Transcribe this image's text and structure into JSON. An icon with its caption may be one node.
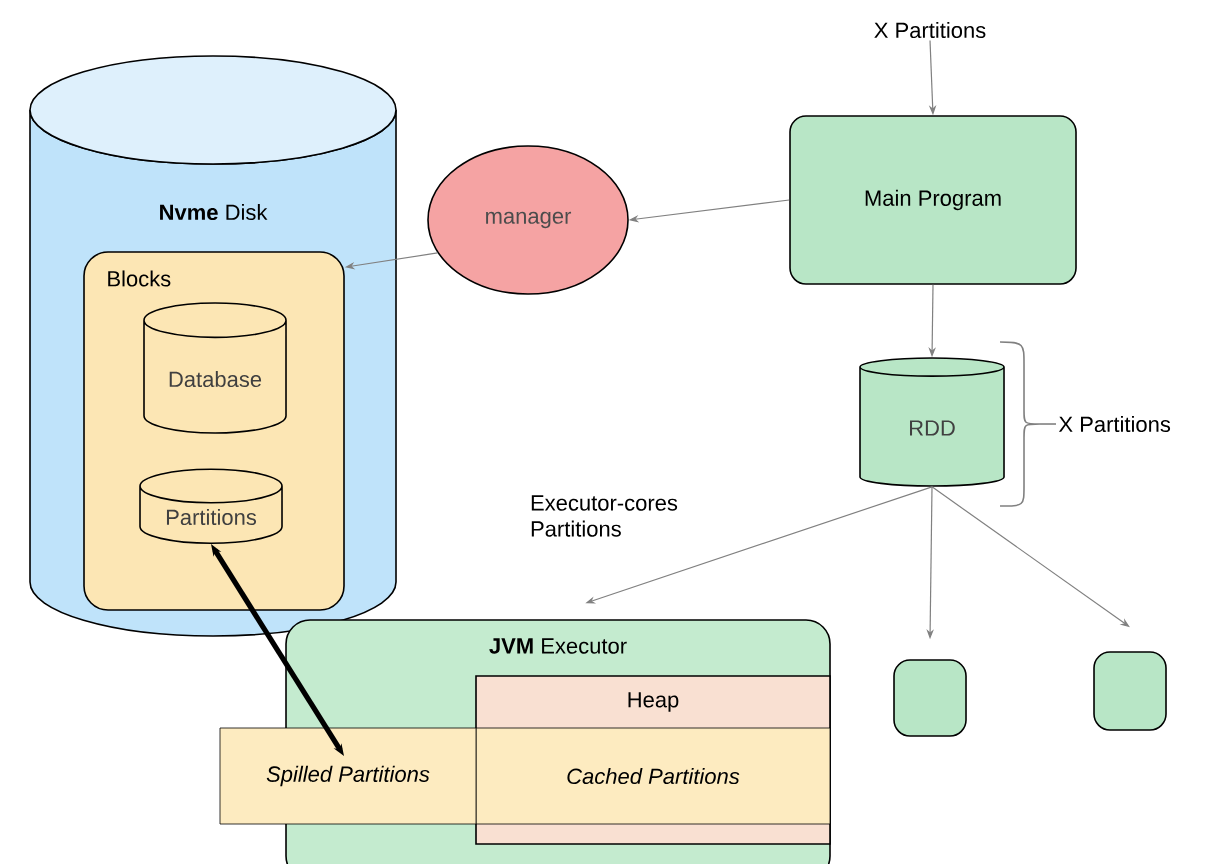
{
  "diagram": {
    "nodes": [
      {
        "text": [
          "**Nvme** Disk"
        ]
      },
      {
        "text": [
          "Blocks"
        ],
        "in": 0
      },
      {
        "text": [
          "Database"
        ],
        "in": 1
      },
      {
        "text": [
          "Partitions"
        ],
        "in": 1
      },
      {
        "text": [
          "manager"
        ]
      },
      {
        "text": [
          "Main Program"
        ]
      },
      {
        "text": [
          "X Partitions"
        ]
      },
      {
        "text": [
          "RDD"
        ],
        "beside": [
          "X Partitions"
        ]
      },
      {
        "text": [
          "**JVM** Executor"
        ]
      },
      {
        "text": [
          "Heap"
        ],
        "in": 8
      },
      {
        "text": [
          "Spilled Partitions"
        ]
      },
      {
        "text": [
          "Cached Partitions"
        ],
        "in": 9
      },
      {
        "text": [],
        "shape": "box"
      },
      {
        "text": [],
        "shape": "box"
      }
    ],
    "edges": [
      {
        "from": 6,
        "to": 5,
        "arrow": "to"
      },
      {
        "from": 5,
        "to": 4,
        "arrow": "to"
      },
      {
        "from": 4,
        "to": 1,
        "arrow": "to"
      },
      {
        "from": 5,
        "to": 7,
        "arrow": "to"
      },
      {
        "from": 7,
        "to": 8,
        "arrow": "to",
        "label": "Executor-cores Partitions"
      },
      {
        "from": 7,
        "to": 12,
        "arrow": "to"
      },
      {
        "from": 7,
        "to": 13,
        "arrow": "to"
      },
      {
        "from": 3,
        "to": 10,
        "arrow": "both",
        "style": "thick",
        "color": "#000000"
      }
    ]
  }
}
